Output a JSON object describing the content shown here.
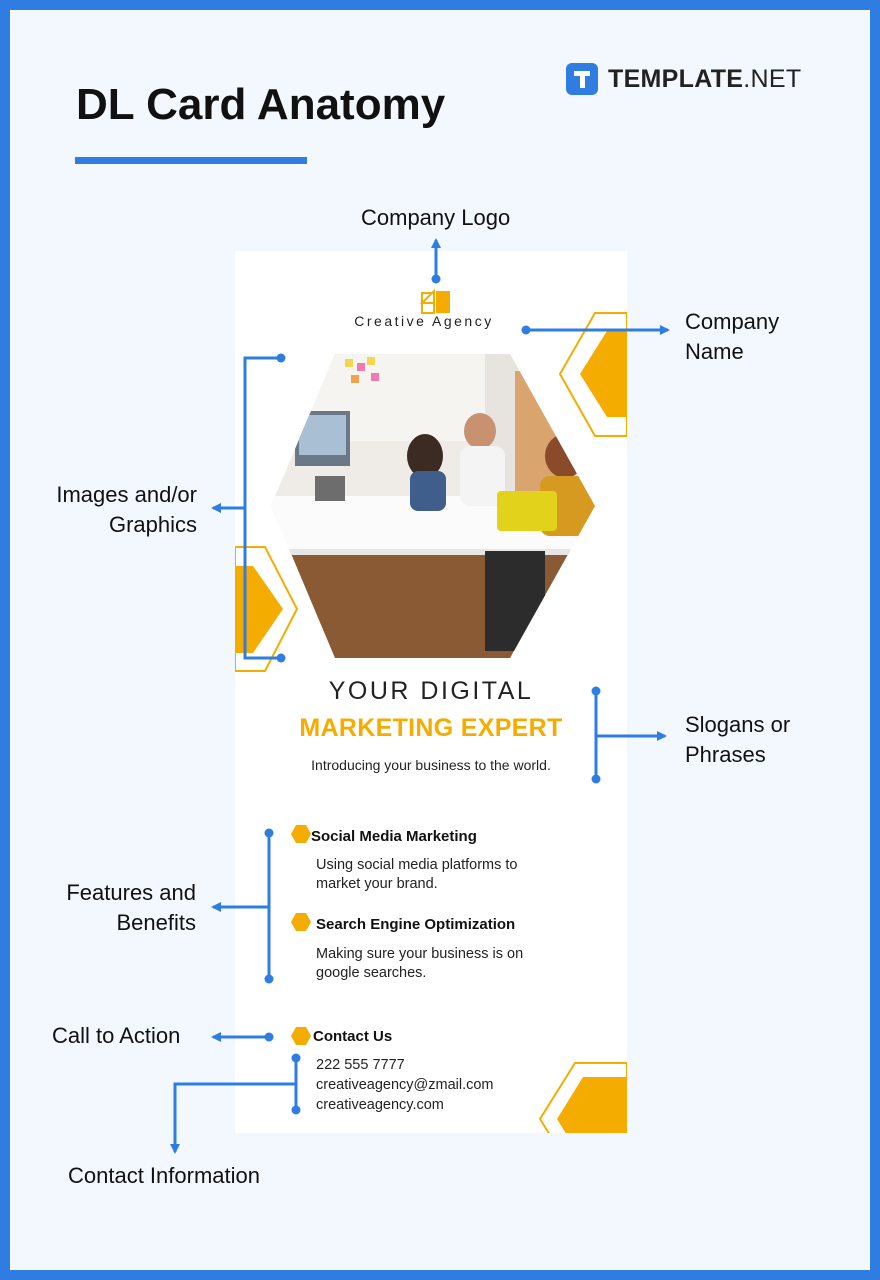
{
  "header": {
    "title": "DL Card Anatomy",
    "brand_bold": "TEMPLATE",
    "brand_light": ".NET"
  },
  "labels": {
    "company_logo": "Company Logo",
    "company_name_1": "Company",
    "company_name_2": "Name",
    "images_1": "Images and/or",
    "images_2": "Graphics",
    "slogans_1": "Slogans or",
    "slogans_2": "Phrases",
    "features_1": "Features and",
    "features_2": "Benefits",
    "cta": "Call to Action",
    "contact_info": "Contact Information"
  },
  "card": {
    "company_name": "Creative Agency",
    "slogan_line1": "YOUR DIGITAL",
    "slogan_line2": "MARKETING EXPERT",
    "tagline": "Introducing your business to the world.",
    "feature1_title": "Social Media Marketing",
    "feature1_desc1": "Using social media platforms to",
    "feature1_desc2": "market your brand.",
    "feature2_title": "Search Engine Optimization",
    "feature2_desc1": "Making sure your business is on",
    "feature2_desc2": "google searches.",
    "contact_title": "Contact Us",
    "phone": "222 555 7777",
    "email": "creativeagency@zmail.com",
    "website": "creativeagency.com"
  },
  "colors": {
    "accent_blue": "#2f7de0",
    "accent_yellow": "#f5ac00",
    "background": "#f3f8fe"
  }
}
